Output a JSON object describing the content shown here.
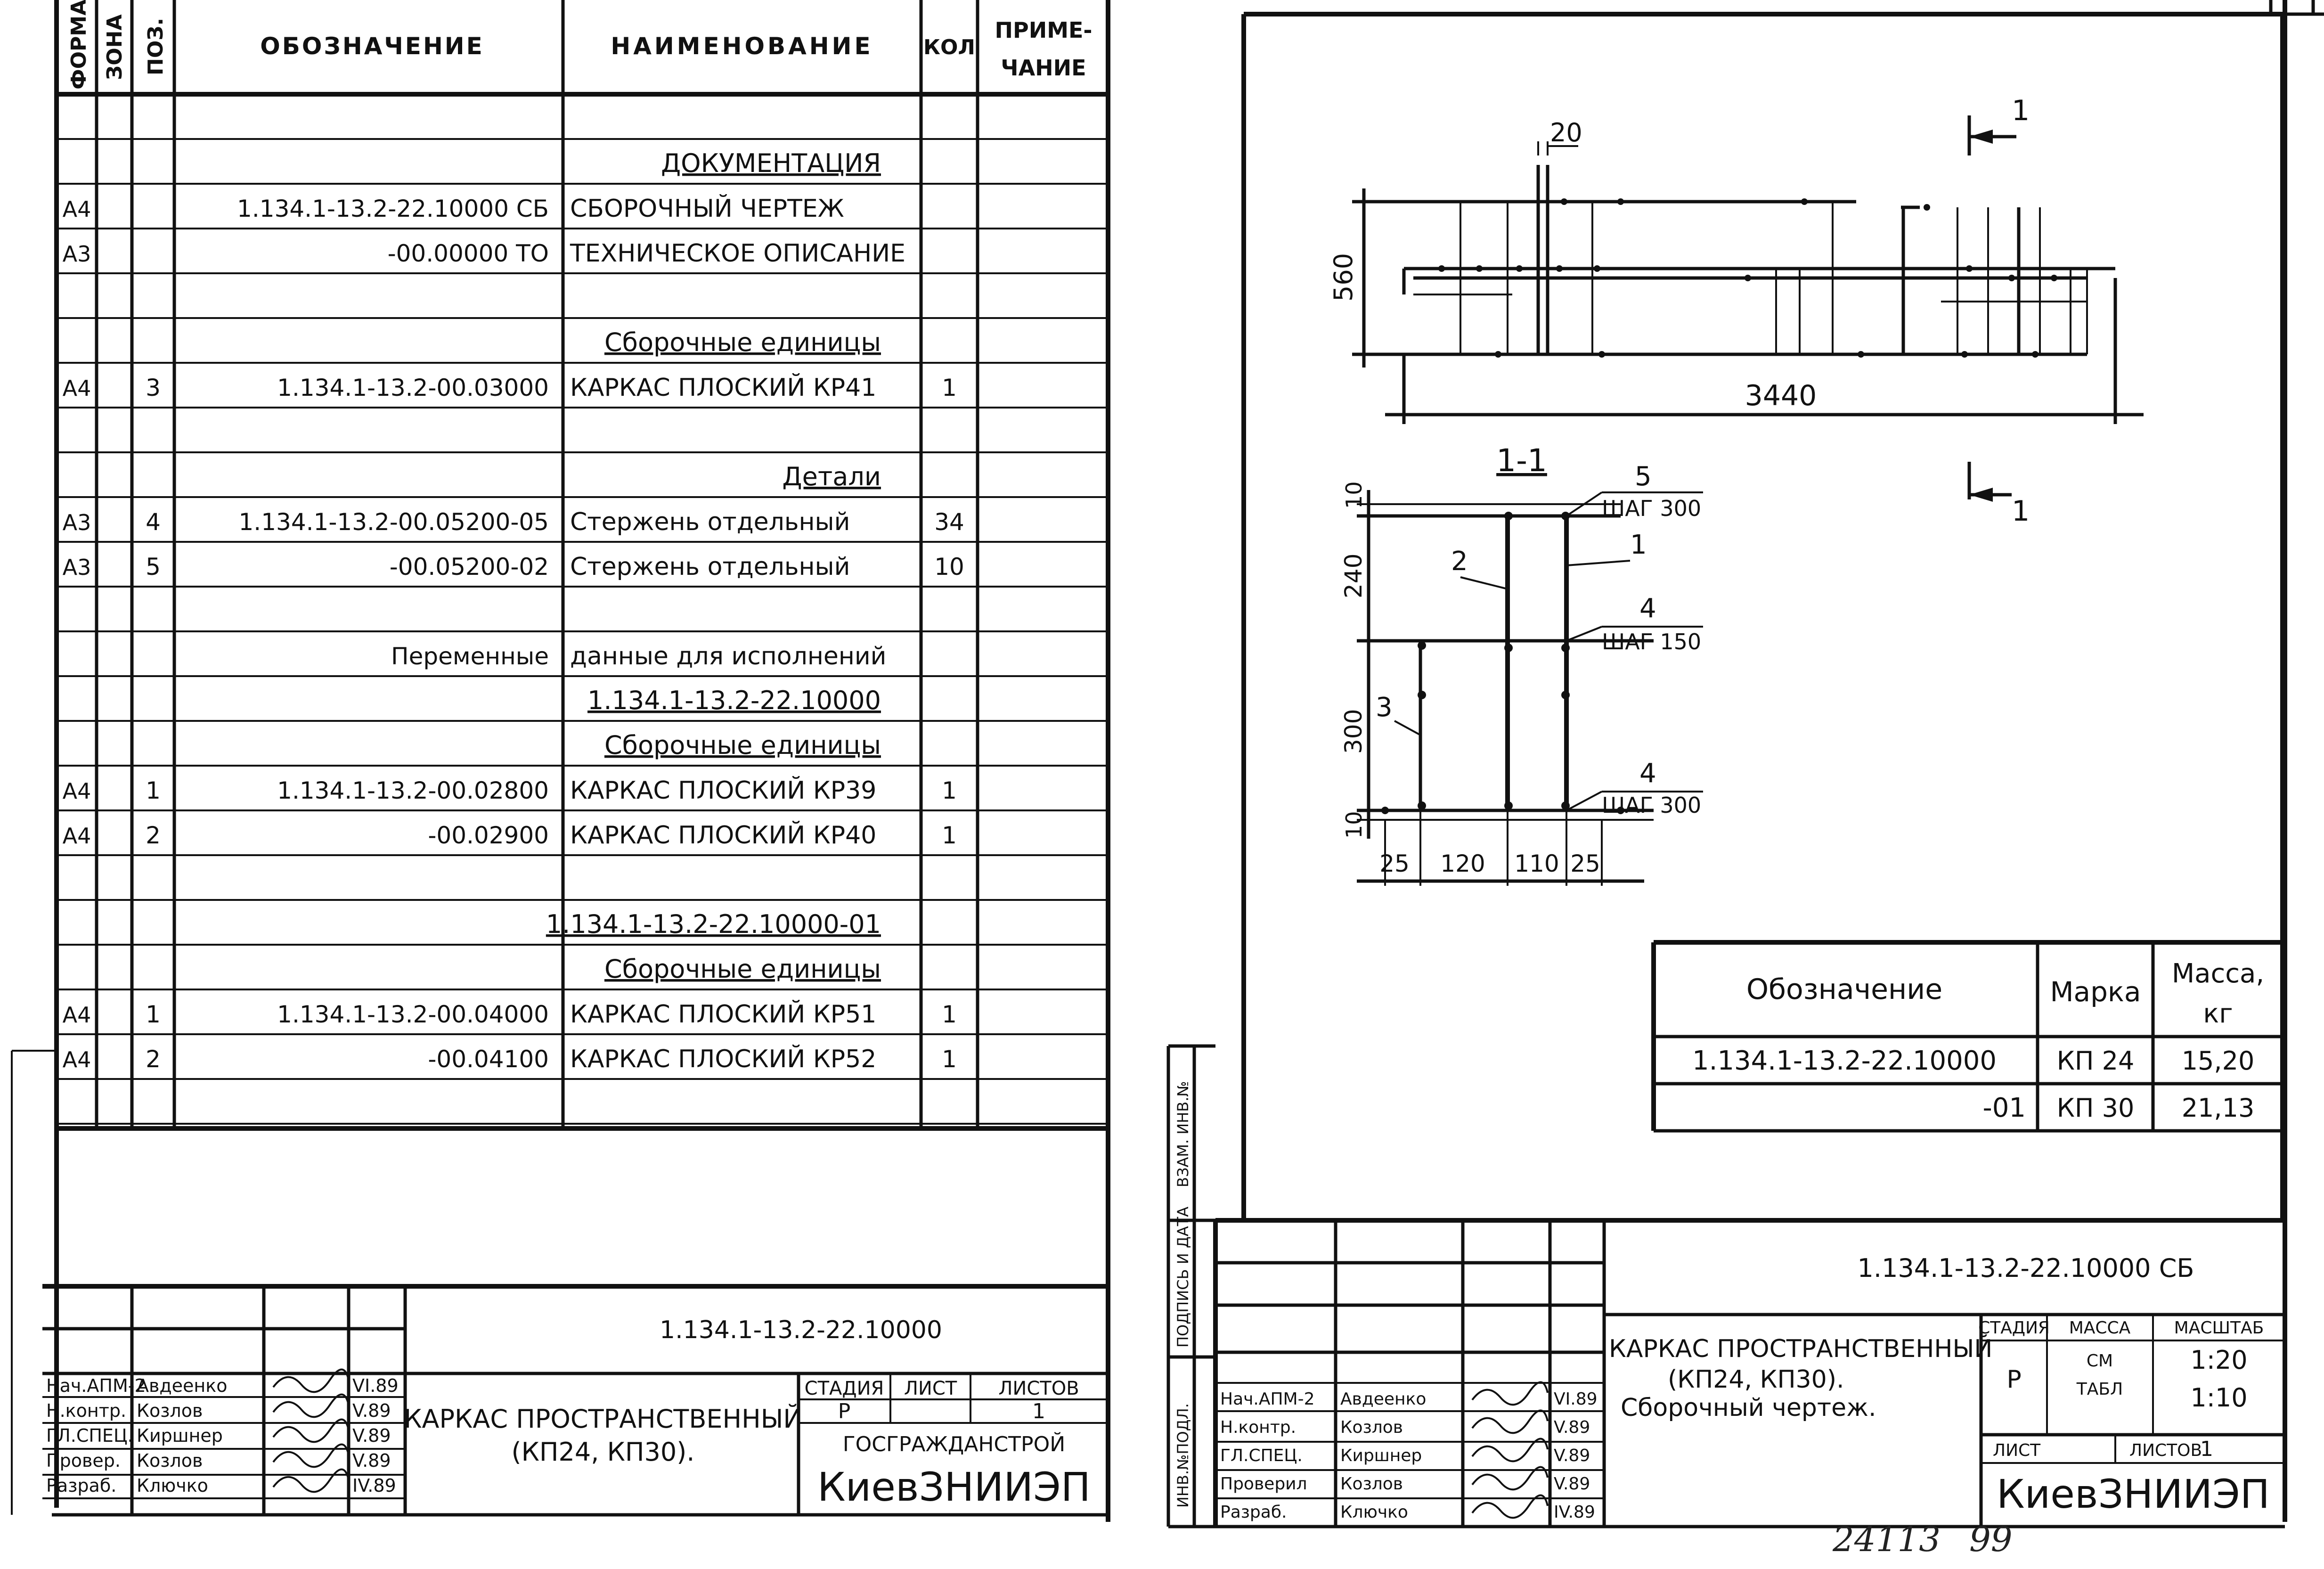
{
  "spec": {
    "headers": {
      "format": "ФОРМАТ",
      "zone": "ЗОНА",
      "pos": "ПОЗ.",
      "designation": "ОБОЗНАЧЕНИЕ",
      "name": "НАИМЕНОВАНИЕ",
      "qty": "КОЛ",
      "note_line1": "ПРИМЕ-",
      "note_line2": "ЧАНИЕ"
    },
    "rows": [
      {
        "format": "",
        "pos": "",
        "designation": "",
        "name": "",
        "qty": "",
        "heading": false
      },
      {
        "format": "",
        "pos": "",
        "designation": "",
        "name": "ДОКУМЕНТАЦИЯ",
        "qty": "",
        "heading": true
      },
      {
        "format": "А4",
        "pos": "",
        "designation": "1.134.1-13.2-22.10000 СБ",
        "name": "СБОРОЧНЫЙ ЧЕРТЕЖ",
        "qty": "",
        "heading": false
      },
      {
        "format": "А3",
        "pos": "",
        "designation": "-00.00000 ТО",
        "name": "ТЕХНИЧЕСКОЕ ОПИСАНИЕ",
        "qty": "",
        "heading": false
      },
      {
        "format": "",
        "pos": "",
        "designation": "",
        "name": "",
        "qty": "",
        "heading": false
      },
      {
        "format": "",
        "pos": "",
        "designation": "",
        "name": "Сборочные единицы",
        "qty": "",
        "heading": true
      },
      {
        "format": "А4",
        "pos": "3",
        "designation": "1.134.1-13.2-00.03000",
        "name": "КАРКАС ПЛОСКИЙ КР41",
        "qty": "1",
        "heading": false
      },
      {
        "format": "",
        "pos": "",
        "designation": "",
        "name": "",
        "qty": "",
        "heading": false
      },
      {
        "format": "",
        "pos": "",
        "designation": "",
        "name": "Детали",
        "qty": "",
        "heading": true
      },
      {
        "format": "А3",
        "pos": "4",
        "designation": "1.134.1-13.2-00.05200-05",
        "name": "Стержень отдельный",
        "qty": "34",
        "heading": false
      },
      {
        "format": "А3",
        "pos": "5",
        "designation": "-00.05200-02",
        "name": "Стержень отдельный",
        "qty": "10",
        "heading": false
      },
      {
        "format": "",
        "pos": "",
        "designation": "",
        "name": "",
        "qty": "",
        "heading": false
      },
      {
        "format": "",
        "pos": "",
        "designation": "Переменные",
        "name": "данные для исполнений",
        "qty": "",
        "heading": false
      },
      {
        "format": "",
        "pos": "",
        "designation": "",
        "name": "1.134.1-13.2-22.10000",
        "qty": "",
        "heading": true
      },
      {
        "format": "",
        "pos": "",
        "designation": "",
        "name": "Сборочные единицы",
        "qty": "",
        "heading": true
      },
      {
        "format": "А4",
        "pos": "1",
        "designation": "1.134.1-13.2-00.02800",
        "name": "КАРКАС ПЛОСКИЙ КР39",
        "qty": "1",
        "heading": false
      },
      {
        "format": "А4",
        "pos": "2",
        "designation": "-00.02900",
        "name": "КАРКАС ПЛОСКИЙ КР40",
        "qty": "1",
        "heading": false
      },
      {
        "format": "",
        "pos": "",
        "designation": "",
        "name": "",
        "qty": "",
        "heading": false
      },
      {
        "format": "",
        "pos": "",
        "designation": "",
        "name": "1.134.1-13.2-22.10000-01",
        "qty": "",
        "heading": true
      },
      {
        "format": "",
        "pos": "",
        "designation": "",
        "name": "Сборочные единицы",
        "qty": "",
        "heading": true
      },
      {
        "format": "А4",
        "pos": "1",
        "designation": "1.134.1-13.2-00.04000",
        "name": "КАРКАС ПЛОСКИЙ КР51",
        "qty": "1",
        "heading": false
      },
      {
        "format": "А4",
        "pos": "2",
        "designation": "-00.04100",
        "name": "КАРКАС ПЛОСКИЙ КР52",
        "qty": "1",
        "heading": false
      },
      {
        "format": "",
        "pos": "",
        "designation": "",
        "name": "",
        "qty": "",
        "heading": false
      }
    ]
  },
  "left_title_block": {
    "doc_code": "1.134.1-13.2-22.10000",
    "title_line1": "КАРКАС ПРОСТРАНСТВЕННЫЙ",
    "title_line2": "(КП24, КП30).",
    "stage_label": "СТАДИЯ",
    "sheet_label": "ЛИСТ",
    "sheets_label": "ЛИСТОВ",
    "stage": "Р",
    "sheet": "",
    "sheets": "1",
    "agency": "ГОСГРАЖДАНСТРОЙ",
    "org": "КиевЗНИИЭП",
    "signatures": [
      {
        "role": "Нач.АПМ-2",
        "name": "Авдеенко",
        "date": "VI.89"
      },
      {
        "role": "Н.контр.",
        "name": "Козлов",
        "date": "V.89"
      },
      {
        "role": "ГЛ.СПЕЦ.",
        "name": "Киршнер",
        "date": "V.89"
      },
      {
        "role": "Провер.",
        "name": "Козлов",
        "date": "V.89"
      },
      {
        "role": "Разраб.",
        "name": "Ключко",
        "date": "IV.89"
      }
    ]
  },
  "drawing": {
    "section_mark": "1",
    "section_title": "1-1",
    "dims": {
      "bar_height": "560",
      "bar_length": "3440",
      "gap": "20",
      "sec_top": "10",
      "sec_upper": "240",
      "sec_lower": "300",
      "sec_bottom": "10",
      "w1": "25",
      "w2": "120",
      "w3": "110",
      "w4": "25"
    },
    "callouts": [
      {
        "pos": "5",
        "text": "ШАГ 300"
      },
      {
        "pos": "1",
        "text": ""
      },
      {
        "pos": "2",
        "text": ""
      },
      {
        "pos": "4",
        "text": "ШАГ 150"
      },
      {
        "pos": "3",
        "text": ""
      },
      {
        "pos": "4",
        "text": "ШАГ 300"
      }
    ]
  },
  "variants": {
    "headers": {
      "designation": "Обозначение",
      "mark": "Марка",
      "mass_line1": "Масса,",
      "mass_line2": "кг"
    },
    "rows": [
      {
        "designation": "1.134.1-13.2-22.10000",
        "mark": "КП 24",
        "mass": "15,20"
      },
      {
        "designation": "-01",
        "mark": "КП 30",
        "mass": "21,13"
      }
    ]
  },
  "right_title_block": {
    "doc_code": "1.134.1-13.2-22.10000 СБ",
    "title_line1": "КАРКАС ПРОСТРАНСТВЕННЫЙ",
    "title_line2": "(КП24, КП30).",
    "title_line3": "Сборочный чертеж.",
    "stage_label": "СТАДИЯ",
    "mass_label": "МАССА",
    "scale_label": "МАСШТАБ",
    "stage": "Р",
    "mass_line1": "СМ",
    "mass_line2": "ТАБЛ",
    "scale1": "1:20",
    "scale2": "1:10",
    "sheet_label": "ЛИСТ",
    "sheets_label": "ЛИСТОВ",
    "sheets": "1",
    "org": "КиевЗНИИЭП",
    "signatures": [
      {
        "role": "Нач.АПМ-2",
        "name": "Авдеенко",
        "date": "VI.89"
      },
      {
        "role": "Н.контр.",
        "name": "Козлов",
        "date": "V.89"
      },
      {
        "role": "ГЛ.СПЕЦ.",
        "name": "Киршнер",
        "date": "V.89"
      },
      {
        "role": "Проверил",
        "name": "Козлов",
        "date": "V.89"
      },
      {
        "role": "Разраб.",
        "name": "Ключко",
        "date": "IV.89"
      }
    ]
  },
  "side_stamps": {
    "inv_podl": "ИНВ.№ПОДЛ.",
    "podpis": "ПОДПИСЬ И ДАТА",
    "vzam": "ВЗАМ. ИНВ.№"
  },
  "page_number": "99",
  "archive_number": "24113"
}
